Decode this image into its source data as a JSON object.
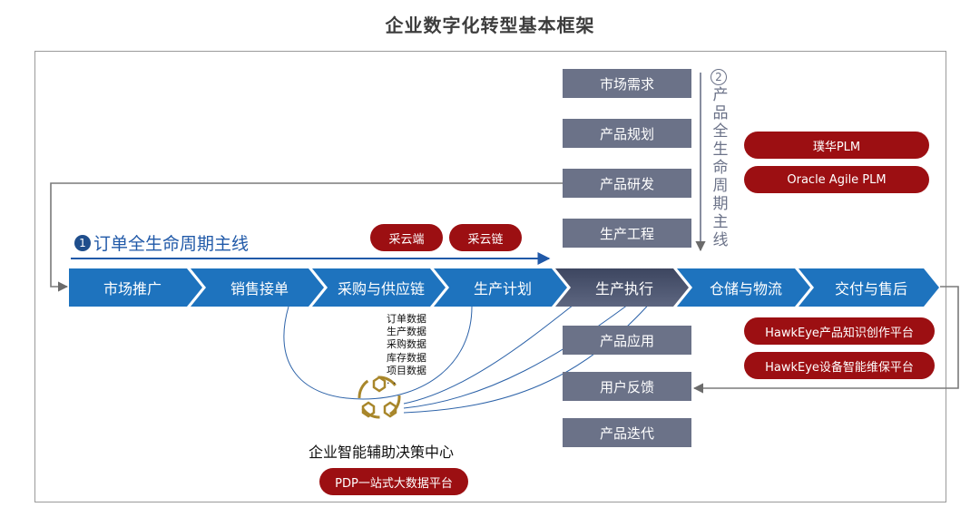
{
  "title": "企业数字化转型基本框架",
  "line1": {
    "number": "1",
    "label": "订单全生命周期主线"
  },
  "line2": {
    "number": "2",
    "label": "产品全生命周期主线"
  },
  "chevrons": [
    "市场推广",
    "销售接单",
    "采购与供应链",
    "生产计划",
    "生产执行",
    "仓储与物流",
    "交付与售后"
  ],
  "product_steps_top": [
    "市场需求",
    "产品规划",
    "产品研发",
    "生产工程"
  ],
  "product_steps_bottom": [
    "产品应用",
    "用户反馈",
    "产品迭代"
  ],
  "procurement_tags": [
    "采云端",
    "采云链"
  ],
  "plm_products": [
    "璞华PLM",
    "Oracle Agile PLM"
  ],
  "service_products": [
    "HawkEye产品知识创作平台",
    "HawkEye设备智能维保平台"
  ],
  "data_items": [
    "订单数据",
    "生产数据",
    "采购数据",
    "库存数据",
    "项目数据",
    "·  ·"
  ],
  "decision_center": {
    "label": "企业智能辅助决策中心",
    "product": "PDP一站式大数据平台",
    "icon": "hexagon-network-icon"
  },
  "colors": {
    "chevron_blue": "#1e73be",
    "chevron_dark": "#4a5470",
    "gray_box": "#6b7288",
    "red_pill": "#9c0f12",
    "line1_blue": "#2059a8"
  }
}
